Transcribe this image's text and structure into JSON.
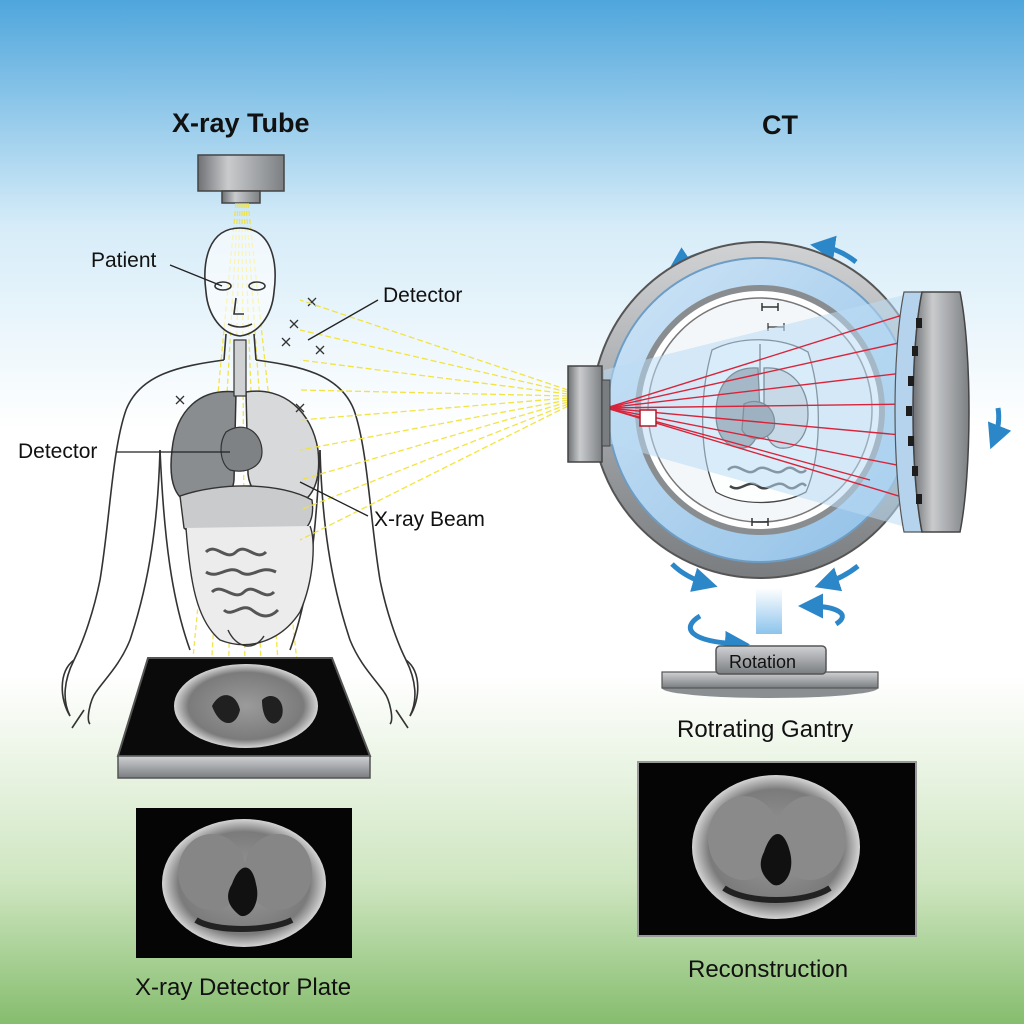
{
  "titles": {
    "xray": "X-ray Tube",
    "ct": "CT"
  },
  "labels": {
    "patient": "Patient",
    "detector_top": "Detector",
    "detector_left": "Detector",
    "xray_beam": "X-ray Beam",
    "rotation": "Rotation",
    "gantry": "Rotrating Gantry",
    "reconstruction": "Reconstruction",
    "detector_plate": "X-ray Detector Plate"
  },
  "colors": {
    "sky_top": "#4fa6dc",
    "sky_mid": "#ffffff",
    "ground": "#86bd6e",
    "beam_yellow": "#f2e23a",
    "beam_red": "#d8243a",
    "gantry_blue": "#a9d0f0",
    "gantry_gray": "#b9bcbf",
    "arrow_blue": "#2c87c9",
    "organ_gray": "#8a8d90"
  }
}
